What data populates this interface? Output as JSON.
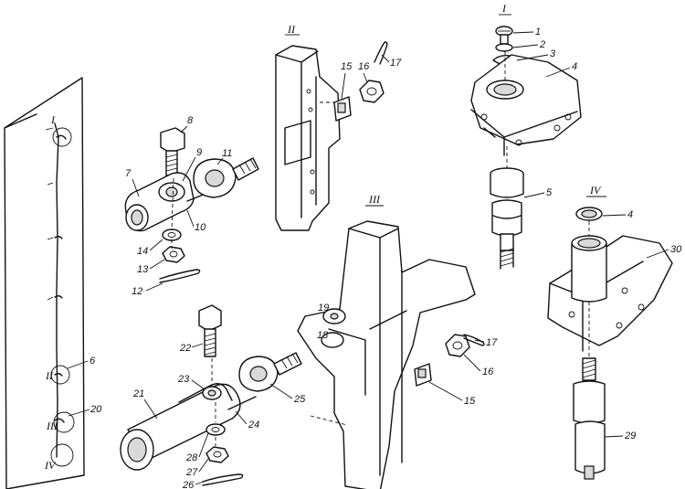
{
  "figure": {
    "views": [
      {
        "id": "I",
        "text": "I"
      },
      {
        "id": "II",
        "text": "II"
      },
      {
        "id": "III",
        "text": "III"
      },
      {
        "id": "IV",
        "text": "IV"
      }
    ],
    "callouts": {
      "n1": "1",
      "n2": "2",
      "n3": "3",
      "n4a": "4",
      "n4b": "4",
      "n5": "5",
      "n6": "6",
      "n7": "7",
      "n8": "8",
      "n9": "9",
      "n10": "10",
      "n11": "11",
      "n12": "12",
      "n13": "13",
      "n14": "14",
      "n15a": "15",
      "n15b": "15",
      "n16a": "16",
      "n16b": "16",
      "n17a": "17",
      "n17b": "17",
      "n18": "18",
      "n19": "19",
      "n20": "20",
      "n21": "21",
      "n22": "22",
      "n23": "23",
      "n24": "24",
      "n25": "25",
      "n26": "26",
      "n27": "27",
      "n28": "28",
      "n29": "29",
      "n30": "30"
    },
    "door_markers": {
      "m1": "I",
      "m2": "II",
      "m3": "III",
      "m4": "IV"
    }
  }
}
